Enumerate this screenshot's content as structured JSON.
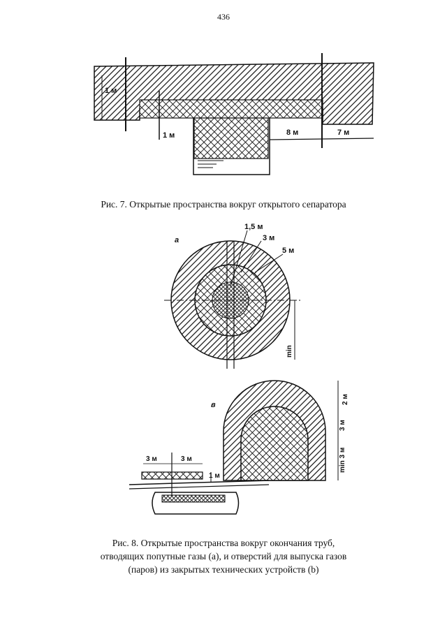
{
  "page_number": "436",
  "fig7": {
    "labels": {
      "h1": "1 м",
      "v1": "1 м",
      "w8": "8 м",
      "w7": "7 м"
    },
    "caption": "Рис. 7. Открытые пространства вокруг открытого сепаратора"
  },
  "fig8": {
    "a": {
      "label": "a",
      "r1": "1,5 м",
      "r3": "3 м",
      "r5": "5 м",
      "min": "min"
    },
    "b": {
      "label": "в",
      "left3": "3 м",
      "right3": "3 м",
      "gap1": "1 м",
      "top2": "2 м",
      "mid3": "3 м",
      "min3": "min 3 м"
    },
    "caption_lines": [
      "Рис. 8. Открытые пространства вокруг окончания труб,",
      "отводящих попутные газы (а), и отверстий для выпуска газов",
      "(паров) из закрытых технических устройств (b)"
    ]
  }
}
